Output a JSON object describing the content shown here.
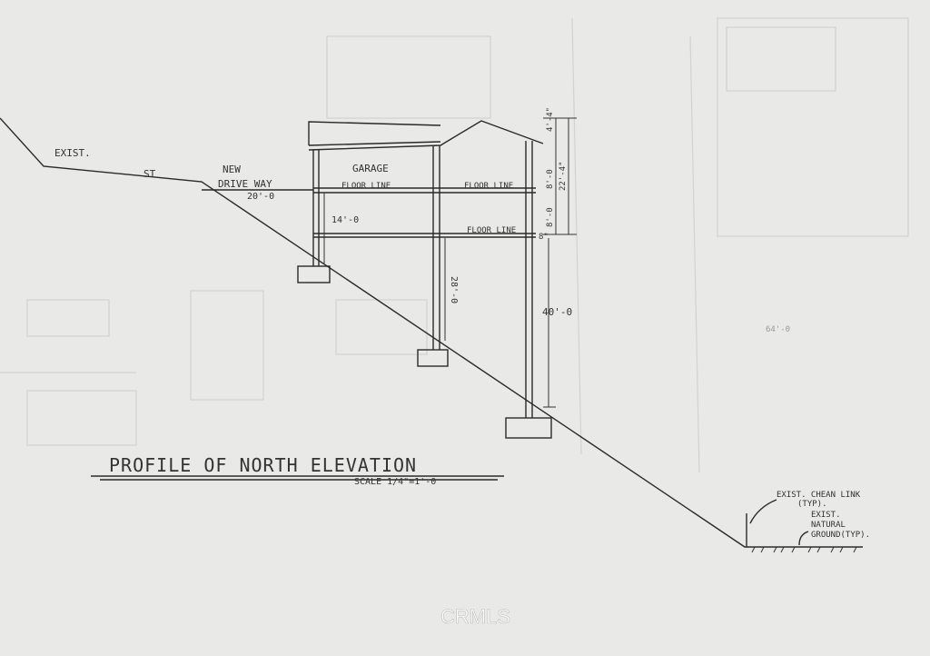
{
  "drawing": {
    "title": "PROFILE OF NORTH ELEVATION",
    "scale": "SCALE 1/4\"=1'-0",
    "labels": {
      "exist": "EXIST.",
      "st": "ST",
      "new": "NEW",
      "drive_way": "DRIVE WAY",
      "drive_dim": "20'-0",
      "garage": "GARAGE",
      "floor_line_1": "FLOOR LINE",
      "floor_line_2": "FLOOR LINE",
      "floor_line_3": "FLOOR LINE",
      "dim_14": "14'-0",
      "dim_28": "28'-0",
      "dim_40": "40'-0",
      "dim_4_4": "4'-4\"",
      "dim_8_0_top": "8'-0",
      "dim_22_4": "22'-4\"",
      "dim_8_0_low": "8'-0",
      "dim_8in": "8\"",
      "faint_64": "64'-0",
      "fence_note_1": "EXIST. CHEAN LINK",
      "fence_note_2": "(TYP).",
      "ground_note_1": "EXIST.",
      "ground_note_2": "NATURAL",
      "ground_note_3": "GROUND(TYP)."
    },
    "watermark": "CRMLS"
  }
}
